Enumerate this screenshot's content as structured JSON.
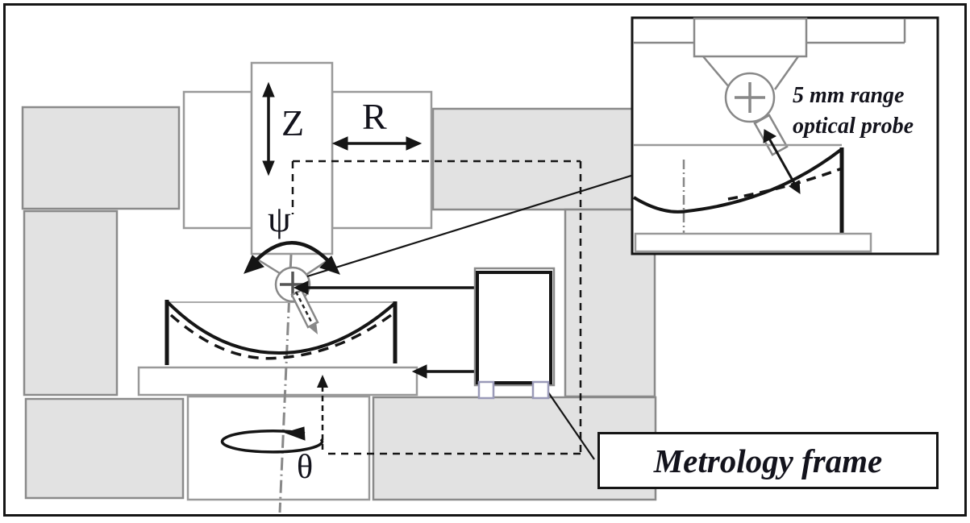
{
  "figure": {
    "type": "technical-diagram",
    "subject": "rotary metrology machine with optical probe measuring a concave optic",
    "axes": {
      "vertical_axis": "Z",
      "radial_axis": "R",
      "tilt_axis": "ψ",
      "rotary_axis": "θ"
    },
    "callouts": {
      "probe_line1": "5 mm range",
      "probe_line2": "optical probe",
      "metrology_frame": "Metrology frame"
    },
    "colors": {
      "slab_fill": "#e2e2e2",
      "slab_border": "#8a8a8a",
      "box_border": "#999999",
      "ink": "#151515",
      "probe_gray": "#888888"
    }
  }
}
